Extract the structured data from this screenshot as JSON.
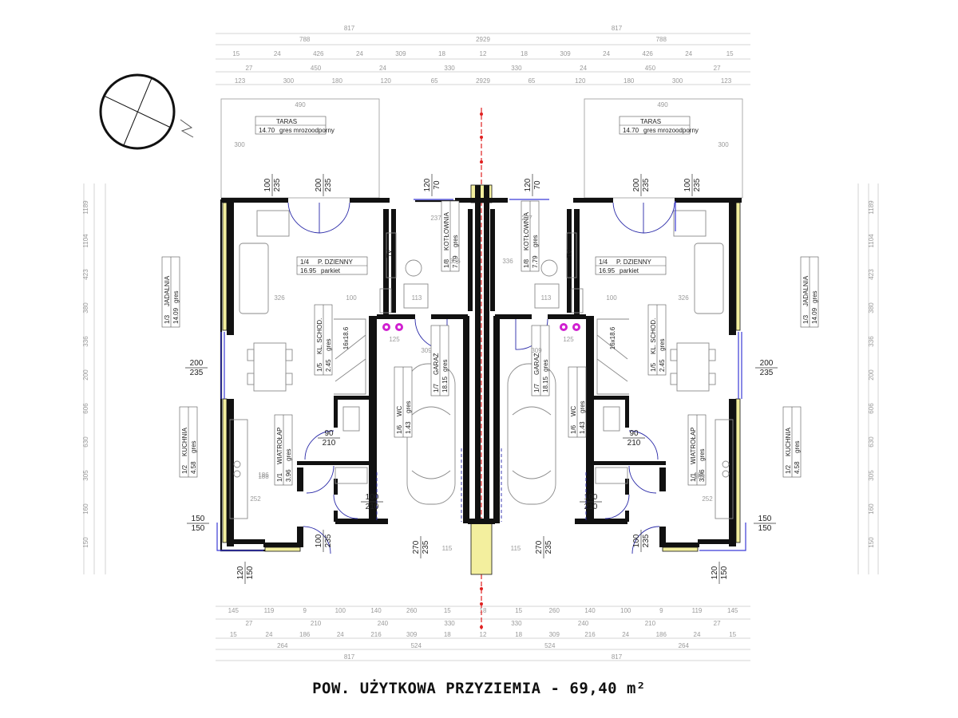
{
  "caption": "POW. UŻYTKOWA PRZYZIEMIA - 69,40 m²",
  "rooms": [
    {
      "no": "1/4",
      "name": "P. DZIENNY",
      "area": "16.95",
      "floor": "parkiet"
    },
    {
      "no": "1/3",
      "name": "JADALNIA",
      "area": "14.09",
      "floor": "gres"
    },
    {
      "no": "1/2",
      "name": "KUCHNIA",
      "area": "4.58",
      "floor": "gres"
    },
    {
      "no": "1/1",
      "name": "WIATROŁAP",
      "area": "3.96",
      "floor": "gres"
    },
    {
      "no": "1/5",
      "name": "KL. SCHOD.",
      "area": "2.45",
      "floor": "gres"
    },
    {
      "no": "1/6",
      "name": "WC",
      "area": "1.43",
      "floor": "gres"
    },
    {
      "no": "1/7",
      "name": "GARAŻ",
      "area": "18.15",
      "floor": "gres"
    },
    {
      "no": "1/8",
      "name": "KOTŁOWNIA",
      "area": "7.79",
      "floor": "gres"
    }
  ],
  "terrace": {
    "name": "TARAS",
    "area": "14.70",
    "floor": "gres mrozoodporny"
  },
  "tv_label": "TV",
  "stairs_label": "16x18.6",
  "dims_top": [
    [
      "817",
      "817"
    ],
    [
      "788",
      "2929",
      "788"
    ],
    [
      "15",
      "24",
      "426",
      "24",
      "309",
      "18",
      "12",
      "18",
      "309",
      "24",
      "426",
      "24",
      "15"
    ],
    [
      "27",
      "450",
      "24",
      "330",
      "330",
      "24",
      "450",
      "27"
    ],
    [
      "123",
      "300",
      "180",
      "120",
      "65",
      "2929",
      "65",
      "120",
      "180",
      "300",
      "123"
    ]
  ],
  "dims_bottom": [
    [
      "145",
      "119",
      "9",
      "100",
      "140",
      "260",
      "15",
      "18",
      "15",
      "260",
      "140",
      "100",
      "9",
      "119",
      "145"
    ],
    [
      "27",
      "210",
      "240",
      "330",
      "330",
      "240",
      "210",
      "27"
    ],
    [
      "15",
      "24",
      "186",
      "24",
      "216",
      "309",
      "18",
      "12",
      "18",
      "309",
      "216",
      "24",
      "186",
      "24",
      "15"
    ],
    [
      "264",
      "524",
      "524",
      "264"
    ],
    [
      "817",
      "817"
    ]
  ],
  "dims_side": [
    "1189",
    "1104",
    "423",
    "380",
    "336",
    "200",
    "606",
    "630",
    "305",
    "160",
    "150"
  ],
  "openings": [
    {
      "w": "100",
      "h": "235"
    },
    {
      "w": "200",
      "h": "235"
    },
    {
      "w": "120",
      "h": "70"
    },
    {
      "w": "200",
      "h": "235"
    },
    {
      "w": "150",
      "h": "150"
    },
    {
      "w": "120",
      "h": "150"
    },
    {
      "w": "100",
      "h": "235"
    },
    {
      "w": "270",
      "h": "235"
    },
    {
      "w": "90",
      "h": "210"
    },
    {
      "w": "100",
      "h": "210"
    }
  ],
  "inner_dims": [
    "237",
    "336",
    "326",
    "100",
    "113",
    "125",
    "309",
    "188",
    "252",
    "186",
    "115",
    "490",
    "300"
  ]
}
